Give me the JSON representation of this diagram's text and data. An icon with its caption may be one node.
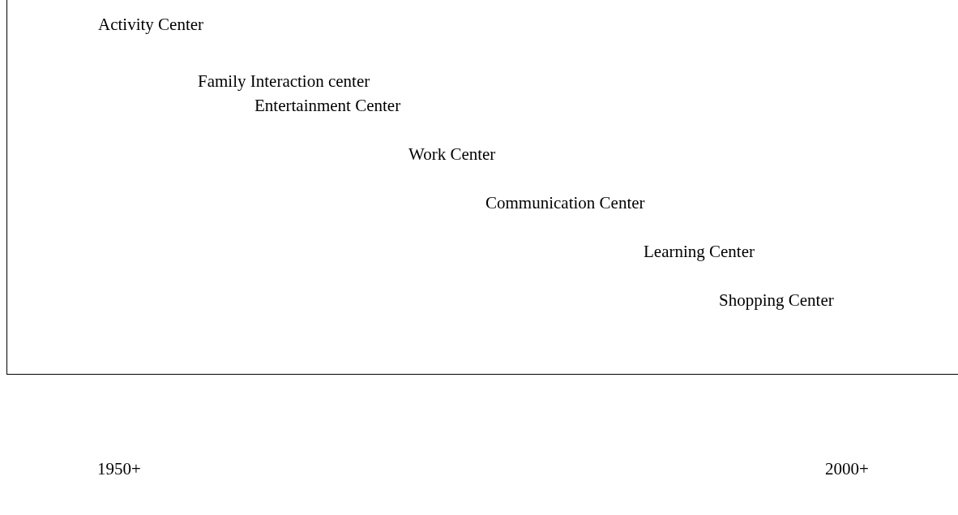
{
  "diagram": {
    "nodes": [
      {
        "text": [
          "Activity Center",
          "Family Interaction center",
          "Entertainment Center",
          "Work Center",
          "Communication Center",
          "Learning Center",
          "Shopping Center"
        ]
      }
    ],
    "labels": [
      "1950+",
      "2000+"
    ]
  }
}
